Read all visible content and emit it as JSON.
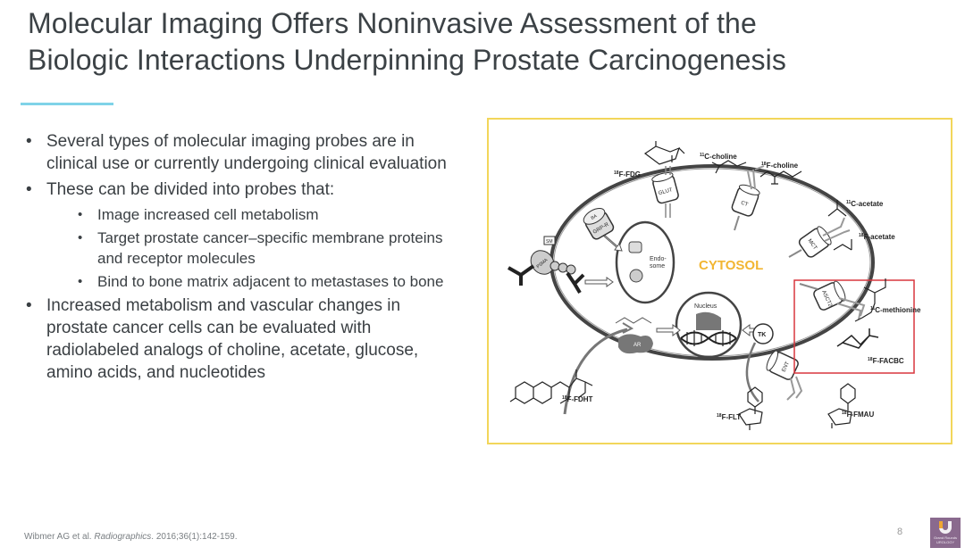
{
  "slide": {
    "title_lines": [
      "Molecular Imaging Offers Noninvasive Assessment of the",
      "Biologic Interactions Underpinning Prostate Carcinogenesis"
    ],
    "accent_color": "#7fd3e8",
    "bullets": [
      {
        "level": 1,
        "text": "Several types of molecular imaging probes are in clinical use or currently undergoing clinical evaluation"
      },
      {
        "level": 1,
        "text": "These can be divided into probes that:"
      },
      {
        "level": 2,
        "text": "Image increased cell metabolism"
      },
      {
        "level": 2,
        "text": "Target prostate cancer–specific membrane proteins and receptor molecules"
      },
      {
        "level": 2,
        "text": "Bind to bone matrix adjacent to metastases to bone"
      },
      {
        "level": 1,
        "text": "Increased metabolism and vascular changes in prostate cancer cells can be evaluated with radiolabeled analogs of choline, acetate, glucose, amino acids, and nucleotides"
      }
    ],
    "bullet_glyph": "•",
    "citation": {
      "authors": "Wibmer AG et al. ",
      "journal": "Radiographics",
      "details": ". 2016;36(1):142-159."
    },
    "page_number": "8",
    "logo": {
      "letter": "U",
      "subtitle": "Grand Rounds\nUROLOGY",
      "bg_color": "#8a6a8e",
      "accent_color": "#f0a632"
    }
  },
  "figure": {
    "border_color": "#f2d65a",
    "highlight_box_color": "#d9363e",
    "compartment_label": "CYTOSOL",
    "compartment_label_color": "#f2b632",
    "organelles": {
      "endosome": "Endo-\nsome",
      "nucleus": "Nucleus"
    },
    "transporters": [
      "GLUT",
      "CT",
      "MCT",
      "ASCT2",
      "ENT",
      "GRP-R",
      "PSMA"
    ],
    "receptor_labels": {
      "ba": "BA",
      "sm": "SM",
      "tk": "TK",
      "ar": "AR"
    },
    "probes": [
      {
        "id": "fdg",
        "label": "18F-FDG",
        "iso": "18",
        "name": "F-FDG"
      },
      {
        "id": "c-choline",
        "label": "11C-choline",
        "iso": "11",
        "name": "C-choline"
      },
      {
        "id": "f-choline",
        "label": "18F-choline",
        "iso": "18",
        "name": "F-choline"
      },
      {
        "id": "c-acetate",
        "label": "11C-acetate",
        "iso": "11",
        "name": "C-acetate"
      },
      {
        "id": "f-acetate",
        "label": "18F-acetate",
        "iso": "18",
        "name": "F-acetate"
      },
      {
        "id": "c-methionine",
        "label": "11C-methionine",
        "iso": "11",
        "name": "C-methionine"
      },
      {
        "id": "facbc",
        "label": "18F-FACBC",
        "iso": "18",
        "name": "F-FACBC"
      },
      {
        "id": "fdht",
        "label": "18F-FDHT",
        "iso": "18",
        "name": "F-FDHT"
      },
      {
        "id": "flt",
        "label": "18F-FLT",
        "iso": "18",
        "name": "F-FLT"
      },
      {
        "id": "fmau",
        "label": "18F-FMAU",
        "iso": "18",
        "name": "F-FMAU"
      }
    ]
  }
}
